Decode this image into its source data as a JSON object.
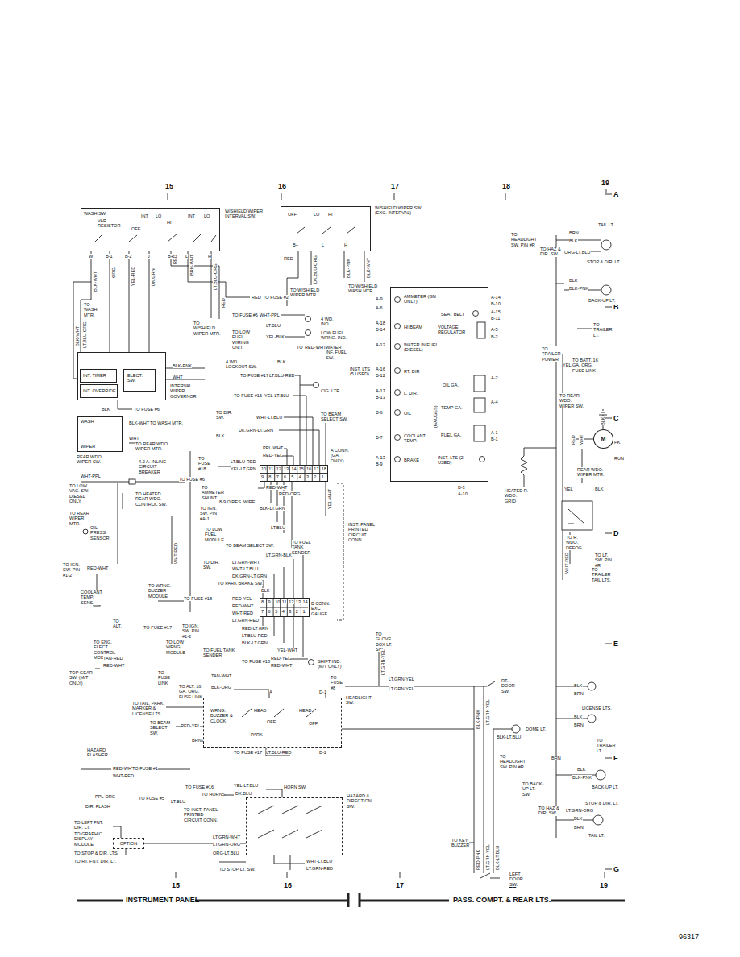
{
  "diagram": {
    "nodes": [
      {
        "text": [
          "W/SHIELD WIPER INTERVAL SW.",
          "WASH SW.",
          "VAR. RESISTOR",
          "OFF",
          "INT",
          "LO",
          "HI",
          "INT",
          "LO"
        ]
      },
      {
        "text": [
          "W/SHIELD WIPER SW. (EXC. INTERVAL)",
          "OFF",
          "LO",
          "HI",
          "B+",
          "L",
          "H"
        ]
      },
      {
        "text": [
          "INTERVAL WIPER GOVERNOR"
        ]
      },
      {
        "text": [
          "INT. TIMER"
        ],
        "in": 2
      },
      {
        "text": [
          "INT. OVERRIDE"
        ],
        "in": 2
      },
      {
        "text": [
          "ELECT. SW."
        ],
        "in": 2
      },
      {
        "text": [
          "WASH",
          "WIPER",
          "REAR WDO. WIPER SW."
        ]
      },
      {
        "text": [
          "AMMETER (GN ONLY)",
          "SEAT BELT",
          "HI BEAM",
          "VOLTAGE REGULATOR",
          "WATER IN FUEL (DIESEL)",
          "RT. DIR",
          "L. DIR.",
          "OIL",
          "COOLANT TEMP.",
          "BRAKE",
          "OIL GA.",
          "TEMP GA.",
          "FUEL GA.",
          "INST. LTS (2 USED)",
          "(GAUGES)"
        ]
      },
      {
        "text": [
          "10",
          "11",
          "12",
          "13",
          "14",
          "15",
          "16",
          "17",
          "18",
          "9",
          "8",
          "7",
          "6",
          "5",
          "4",
          "3",
          "2",
          "1"
        ]
      },
      {
        "text": [
          "8",
          "9",
          "10",
          "11",
          "12",
          "13",
          "14",
          "7",
          "6",
          "5",
          "4",
          "3",
          "2",
          "1"
        ]
      },
      {
        "text": [
          "HEADLIGHT SW.",
          "WRNG. BUZZER & CLOCK",
          "HEAD",
          "OFF",
          "PARK",
          "HEAD",
          "OFF"
        ]
      },
      {
        "text": [
          "HAZARD & DIRECTION SW."
        ]
      },
      {
        "text": [
          "OPTION"
        ]
      },
      {
        "text": [
          "M"
        ]
      }
    ],
    "edges": [
      {
        "from": 0,
        "to": 2,
        "arrow": "none"
      },
      {
        "from": 12,
        "to": 11,
        "arrow": "none"
      }
    ],
    "labels": [
      "15",
      "16",
      "17",
      "18",
      "19",
      "A",
      "B",
      "C",
      "D",
      "E",
      "F",
      "G",
      "15",
      "16",
      "17",
      "18",
      "19",
      "INSTRUMENT PANEL",
      "PASS. COMPT. & REAR LTS.",
      "96317",
      "W",
      "B-1",
      "B-2",
      "J",
      "B+",
      "L",
      "H",
      "BLK-WHT",
      "ORG",
      "YEL-RED",
      "DK.GRN",
      "RED",
      "BRN-WHT",
      "LT.BLU-ORG",
      "TO WASH MTR.",
      "TO W/SHIELD WIPER MTR.",
      "RED",
      "RED",
      "TO FUSE #2",
      "RED",
      "DK.BLU-ORG",
      "BLK-PNK",
      "BLK-WHT",
      "TO W/SHIELD WIPER MTR.",
      "TO W/SHIELD WASH MTR.",
      "TO FUSE #6",
      "WHT-PPL",
      "4 WD. IND.",
      "LT.BLU",
      "TO LOW FUEL WIRING UNIT",
      "YEL-BLK",
      "LOW FUEL WRNG. IND.",
      "TO",
      "RED-WHT",
      "WATER INF. FUEL SW.",
      "4 WD. LOCKOUT SW.",
      "BLK",
      "TO FUSE #17",
      "LT.BLU-RED",
      "CIG. LTR.",
      "TO FUSE #16",
      "YEL-LT.BLU",
      "BLK-PNK",
      "WHT",
      "BLK",
      "TO FUSE #6",
      "BLK-WHT",
      "LT.BLU-ORG",
      "TO DIR. SW.",
      "WHT-LT.BLU",
      "TO BEAM SELECT SW.",
      "BLK",
      "DK.GRN-LT.GRN",
      "BLK-WHT",
      "TO WASH MTR.",
      "WHT",
      "TO REAR WDO. WIPER MTR.",
      "TO FUSE #18",
      "PPL-WHT",
      "RED-YEL",
      "LT.BLU-RED",
      "YEL-LT.GRN",
      "A CONN. (GA. ONLY)",
      "4.2 A. INLINE CIRCUIT BREAKER",
      "WHT-PPL",
      "TO FUSE #6",
      "TO LOW VAC. SW. DIESEL ONLY",
      "TO HEATED REAR WDO. CONTROL SW.",
      "TO AMMETER SHUNT",
      "RED-WHT",
      "RED-ORG",
      "8-9 Ω RES. WIRE",
      "TO IGN. SW. PIN #A-1",
      "BLK-LT.GRN",
      "YEL-WHT",
      "INST. PANEL PRINTED CIRCUIT CONN.",
      "TO REAR WIPER MTR.",
      "OIL PRESS. SENSOR",
      "LT.BLU",
      "TO LOW FUEL MODULE",
      "TO BEAM SELECT SW.",
      "TO FUEL TANK SENDER",
      "WHT-RED",
      "LT.GRN-BLK",
      "TO DIR. SW.",
      "LT.GRN-WHT",
      "WHT-LT.BLU",
      "DK.GRN-LT.GRN",
      "TO IGN. SW. PIN #1-2",
      "RED-WHT",
      "TO PARK BRAKE SW.",
      "TO WRNG. BUZZER MODULE",
      "BLK",
      "COOLANT TEMP. SENS.",
      "TO FUSE #18",
      "RED-YEL",
      "RED-WHT",
      "WHT-RED",
      "LT.GRN-RED",
      "B CONN. EXC GAUGE",
      "TO ALT.",
      "TO FUSE #17",
      "TO IGN. SW. PIN #1-2",
      "RED-LT.GRN",
      "LT.BLU-RED",
      "BLK-LT.GRN",
      "TO ENG. ELECT. CONTROL MODULE",
      "TO LOW WRNG. MODULE",
      "TO FUEL TANK SENDER",
      "YEL-WHT",
      "TO FUSE #18",
      "RED-YEL",
      "RED-WHT",
      "SHIFT IND. (M/T ONLY)",
      "TAN-RED",
      "RED-WHT",
      "TOP GEAR SW. (M/T ONLY)",
      "TO GLOVE BOX LT. SW.",
      "LT.GRN-YEL",
      "TO FUSE LINK",
      "TAN-WHT",
      "TO FUSE #8",
      "LT.GRN-YEL",
      "LT.GRN-YEL",
      "RT. DOOR SW.",
      "TO ALT. 16 GA. ORG. FUSE LINK",
      "BLK-ORG",
      "A",
      "D-1",
      "TO TAIL, PARK, MARKER & LICENSE LTS.",
      "TO BEAM SELECT SW.",
      "RED-YEL",
      "BRN",
      "TO FUSE #17",
      "LT.BLU-RED",
      "D-2",
      "HAZARD FLASHER",
      "RED-WHT",
      "TO FUSE #1",
      "WHT-RED",
      "TO FUSE #16",
      "YEL-LT.BLU",
      "HORN SW.",
      "TO HORNS",
      "DK.BLU",
      "PPL-ORG",
      "TO FUSE #5",
      "LT.BLU",
      "DIR. FLASH",
      "TO INST. PANEL PRINTED CIRCUIT CONN.",
      "TO LEFT FNT. DIR. LT.",
      "TO GRAPHIC DISPLAY MODULE",
      "LT.GRN-WHT",
      "LT.GRN-ORG",
      "TO STOP & DIR. LTS.",
      "ORG-LT.BLU",
      "TO RT. FNT. DIR. LT.",
      "TO STOP LT. SW.",
      "WHT-LT.BLU",
      "LT.GRN-RED",
      "DOME LT.",
      "BLK-LT.BLU",
      "LT.GRN-YEL",
      "BLK-PNK",
      "TO KEY BUZZER",
      "RED-PNK",
      "LT.GRN-YEL",
      "BLK-LT.BLU",
      "LEFT DOOR SW.",
      "A-9",
      "A-6",
      "A-18",
      "B-14",
      "A-12",
      "A-16",
      "B-12",
      "A-17",
      "B-13",
      "B-6",
      "B-7",
      "A-13",
      "B-9",
      "INST. LTS (5 USED)",
      "B-3",
      "A-10",
      "A-14",
      "B-10",
      "A-15",
      "B-11",
      "A-5",
      "B-2",
      "A-2",
      "A-4",
      "A-1",
      "B-1",
      "TAIL LT.",
      "TO HEADLIGHT SW. PIN #R",
      "BRN",
      "BLK",
      "TO HAZ & DIR. SW.",
      "ORG-LT.BLU",
      "STOP & DIR. LT.",
      "BLK",
      "BLK-PNK",
      "BACK-UP LT.",
      "TO TRAILER LT.",
      "TO TRAILER POWER",
      "YEL",
      "TO BATT. 16 GA. ORG. FUSE LINK",
      "TO REAR WDO. WIPER SW.",
      "BLK",
      "RED",
      "WHT",
      "PK",
      "RUN",
      "REAR WDO. WIPER MTR.",
      "YEL",
      "BLK",
      "HEATED R. WDO. GRID",
      "TO R. WDO. DEFOG.",
      "WHT-RED",
      "TO LT. SW. PIN #R",
      "TO TRAILER TAIL LTS.",
      "BLK",
      "BRN",
      "LICENSE LTS.",
      "BLK",
      "BRN",
      "TO TRAILER LT.",
      "TO HEADLIGHT SW. PIN #R",
      "BRN",
      "BLK",
      "BLK-PNK",
      "TO BACK-UP LT. SW.",
      "BACK-UP LT.",
      "STOP & DIR. LT.",
      "TO HAZ & DIR. SW.",
      "LT.GRN-ORG",
      "BLK",
      "BRN",
      "TAIL LT."
    ]
  }
}
